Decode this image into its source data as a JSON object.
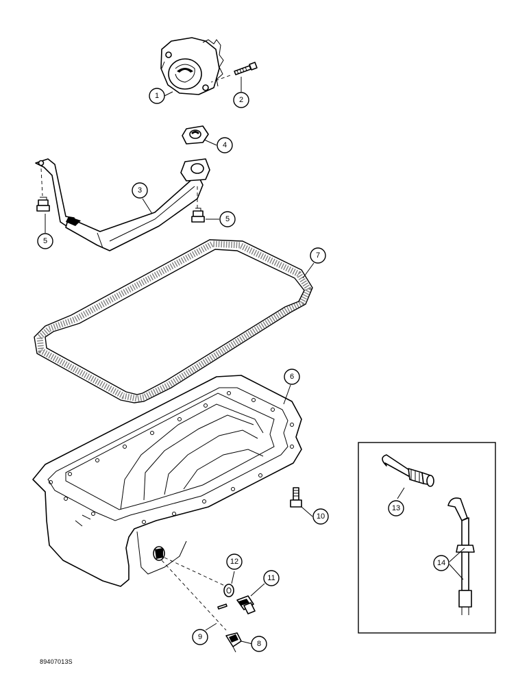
{
  "callouts": {
    "c1": "1",
    "c2": "2",
    "c3": "3",
    "c4": "4",
    "c5a": "5",
    "c5b": "5",
    "c6": "6",
    "c7": "7",
    "c8": "8",
    "c9": "9",
    "c10": "10",
    "c11": "11",
    "c12": "12",
    "c13": "13",
    "c14": "14"
  },
  "drawing_number": "89407013S",
  "colors": {
    "line": "#000000",
    "paper": "#ffffff"
  }
}
